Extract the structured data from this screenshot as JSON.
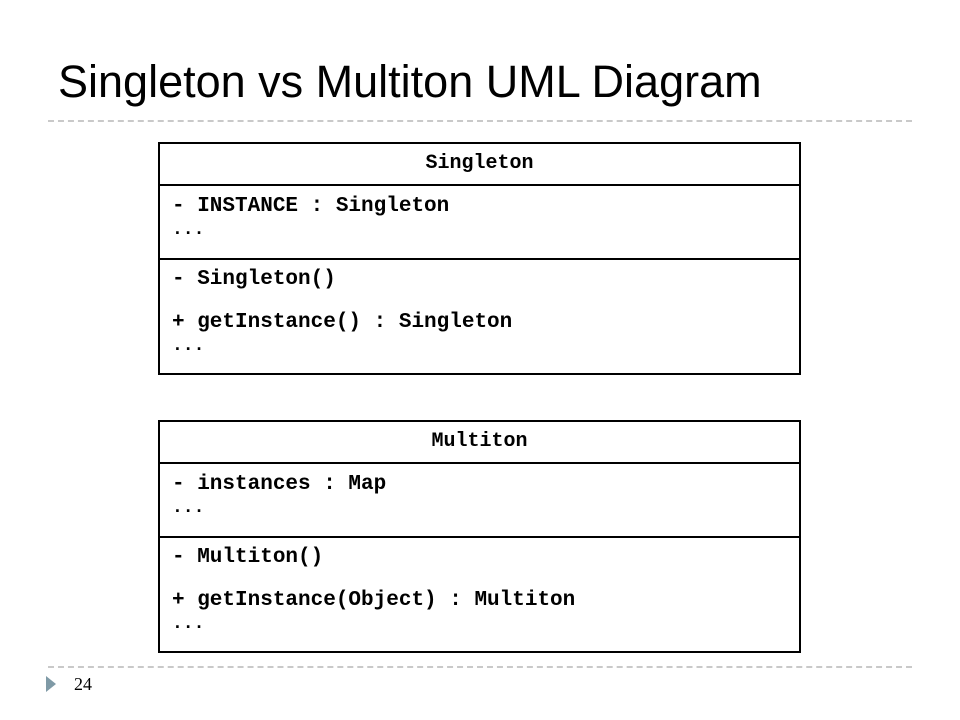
{
  "slide": {
    "title": "Singleton vs Multiton UML Diagram",
    "page_number": "24"
  },
  "classes": [
    {
      "name": "Singleton",
      "attributes": [
        "- INSTANCE : Singleton"
      ],
      "attributes_more": "...",
      "operations": [
        "- Singleton()",
        "+ getInstance() : Singleton"
      ],
      "operations_more": "..."
    },
    {
      "name": "Multiton",
      "attributes": [
        "- instances : Map"
      ],
      "attributes_more": "...",
      "operations": [
        "- Multiton()",
        "+ getInstance(Object) : Multiton"
      ],
      "operations_more": "..."
    }
  ],
  "colors": {
    "rule": "#c9c9c9",
    "page_marker": "#7f9aa6",
    "border": "#000000"
  }
}
